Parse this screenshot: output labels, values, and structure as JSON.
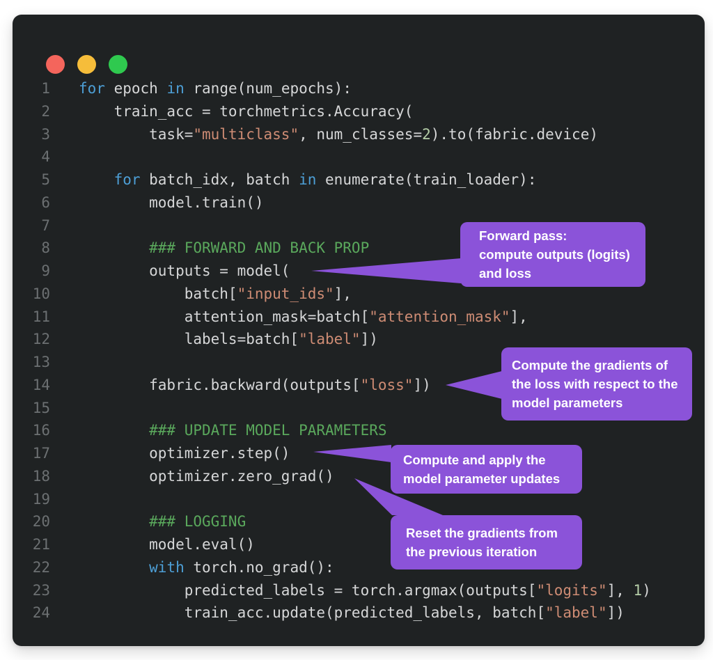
{
  "window": {
    "background": "#1f2223",
    "controls": [
      {
        "name": "close",
        "color": "#f4655c"
      },
      {
        "name": "minimize",
        "color": "#f6bd3a"
      },
      {
        "name": "maximize",
        "color": "#2fc94f"
      }
    ]
  },
  "colors": {
    "page_background": "#ffffff",
    "accent_purple": "#8b53d9",
    "callout_text": "#ffffff",
    "code_default": "#d6d7d8",
    "keyword": "#4d9fd6",
    "string": "#ce8c74",
    "number": "#b5cea8",
    "comment": "#5aa85c",
    "line_number": "#6c7072"
  },
  "code": {
    "language": "python",
    "lines": [
      {
        "n": 1,
        "tokens": [
          {
            "t": "kw",
            "s": "for"
          },
          {
            "t": "txt",
            "s": " epoch "
          },
          {
            "t": "kw",
            "s": "in"
          },
          {
            "t": "txt",
            "s": " range(num_epochs):"
          }
        ]
      },
      {
        "n": 2,
        "tokens": [
          {
            "t": "txt",
            "s": "    train_acc = torchmetrics.Accuracy("
          }
        ]
      },
      {
        "n": 3,
        "tokens": [
          {
            "t": "txt",
            "s": "        task="
          },
          {
            "t": "str",
            "s": "\"multiclass\""
          },
          {
            "t": "txt",
            "s": ", num_classes="
          },
          {
            "t": "num",
            "s": "2"
          },
          {
            "t": "txt",
            "s": ").to(fabric.device)"
          }
        ]
      },
      {
        "n": 4,
        "tokens": []
      },
      {
        "n": 5,
        "tokens": [
          {
            "t": "txt",
            "s": "    "
          },
          {
            "t": "kw",
            "s": "for"
          },
          {
            "t": "txt",
            "s": " batch_idx, batch "
          },
          {
            "t": "kw",
            "s": "in"
          },
          {
            "t": "txt",
            "s": " enumerate(train_loader):"
          }
        ]
      },
      {
        "n": 6,
        "tokens": [
          {
            "t": "txt",
            "s": "        model.train()"
          }
        ]
      },
      {
        "n": 7,
        "tokens": []
      },
      {
        "n": 8,
        "tokens": [
          {
            "t": "com",
            "s": "        ### FORWARD AND BACK PROP"
          }
        ]
      },
      {
        "n": 9,
        "tokens": [
          {
            "t": "txt",
            "s": "        outputs = model("
          }
        ]
      },
      {
        "n": 10,
        "tokens": [
          {
            "t": "txt",
            "s": "            batch["
          },
          {
            "t": "str",
            "s": "\"input_ids\""
          },
          {
            "t": "txt",
            "s": "],"
          }
        ]
      },
      {
        "n": 11,
        "tokens": [
          {
            "t": "txt",
            "s": "            attention_mask=batch["
          },
          {
            "t": "str",
            "s": "\"attention_mask\""
          },
          {
            "t": "txt",
            "s": "],"
          }
        ]
      },
      {
        "n": 12,
        "tokens": [
          {
            "t": "txt",
            "s": "            labels=batch["
          },
          {
            "t": "str",
            "s": "\"label\""
          },
          {
            "t": "txt",
            "s": "])"
          }
        ]
      },
      {
        "n": 13,
        "tokens": []
      },
      {
        "n": 14,
        "tokens": [
          {
            "t": "txt",
            "s": "        fabric.backward(outputs["
          },
          {
            "t": "str",
            "s": "\"loss\""
          },
          {
            "t": "txt",
            "s": "])"
          }
        ]
      },
      {
        "n": 15,
        "tokens": []
      },
      {
        "n": 16,
        "tokens": [
          {
            "t": "com",
            "s": "        ### UPDATE MODEL PARAMETERS"
          }
        ]
      },
      {
        "n": 17,
        "tokens": [
          {
            "t": "txt",
            "s": "        optimizer.step()"
          }
        ]
      },
      {
        "n": 18,
        "tokens": [
          {
            "t": "txt",
            "s": "        optimizer.zero_grad()"
          }
        ]
      },
      {
        "n": 19,
        "tokens": []
      },
      {
        "n": 20,
        "tokens": [
          {
            "t": "com",
            "s": "        ### LOGGING"
          }
        ]
      },
      {
        "n": 21,
        "tokens": [
          {
            "t": "txt",
            "s": "        model.eval()"
          }
        ]
      },
      {
        "n": 22,
        "tokens": [
          {
            "t": "txt",
            "s": "        "
          },
          {
            "t": "kw",
            "s": "with"
          },
          {
            "t": "txt",
            "s": " torch.no_grad():"
          }
        ]
      },
      {
        "n": 23,
        "tokens": [
          {
            "t": "txt",
            "s": "            predicted_labels = torch.argmax(outputs["
          },
          {
            "t": "str",
            "s": "\"logits\""
          },
          {
            "t": "txt",
            "s": "], "
          },
          {
            "t": "num",
            "s": "1"
          },
          {
            "t": "txt",
            "s": ")"
          }
        ]
      },
      {
        "n": 24,
        "tokens": [
          {
            "t": "txt",
            "s": "            train_acc.update(predicted_labels, batch["
          },
          {
            "t": "str",
            "s": "\"label\""
          },
          {
            "t": "txt",
            "s": "])"
          }
        ]
      }
    ]
  },
  "callouts": [
    {
      "id": "forward-pass",
      "text": "Forward pass:\ncompute outputs (logits)\nand loss"
    },
    {
      "id": "gradients",
      "text": "Compute the gradients of\nthe loss with respect to the\nmodel parameters"
    },
    {
      "id": "optimizer-step",
      "text": "Compute and apply the\nmodel parameter updates"
    },
    {
      "id": "zero-grad",
      "text": "Reset the gradients from\nthe previous iteration"
    }
  ]
}
